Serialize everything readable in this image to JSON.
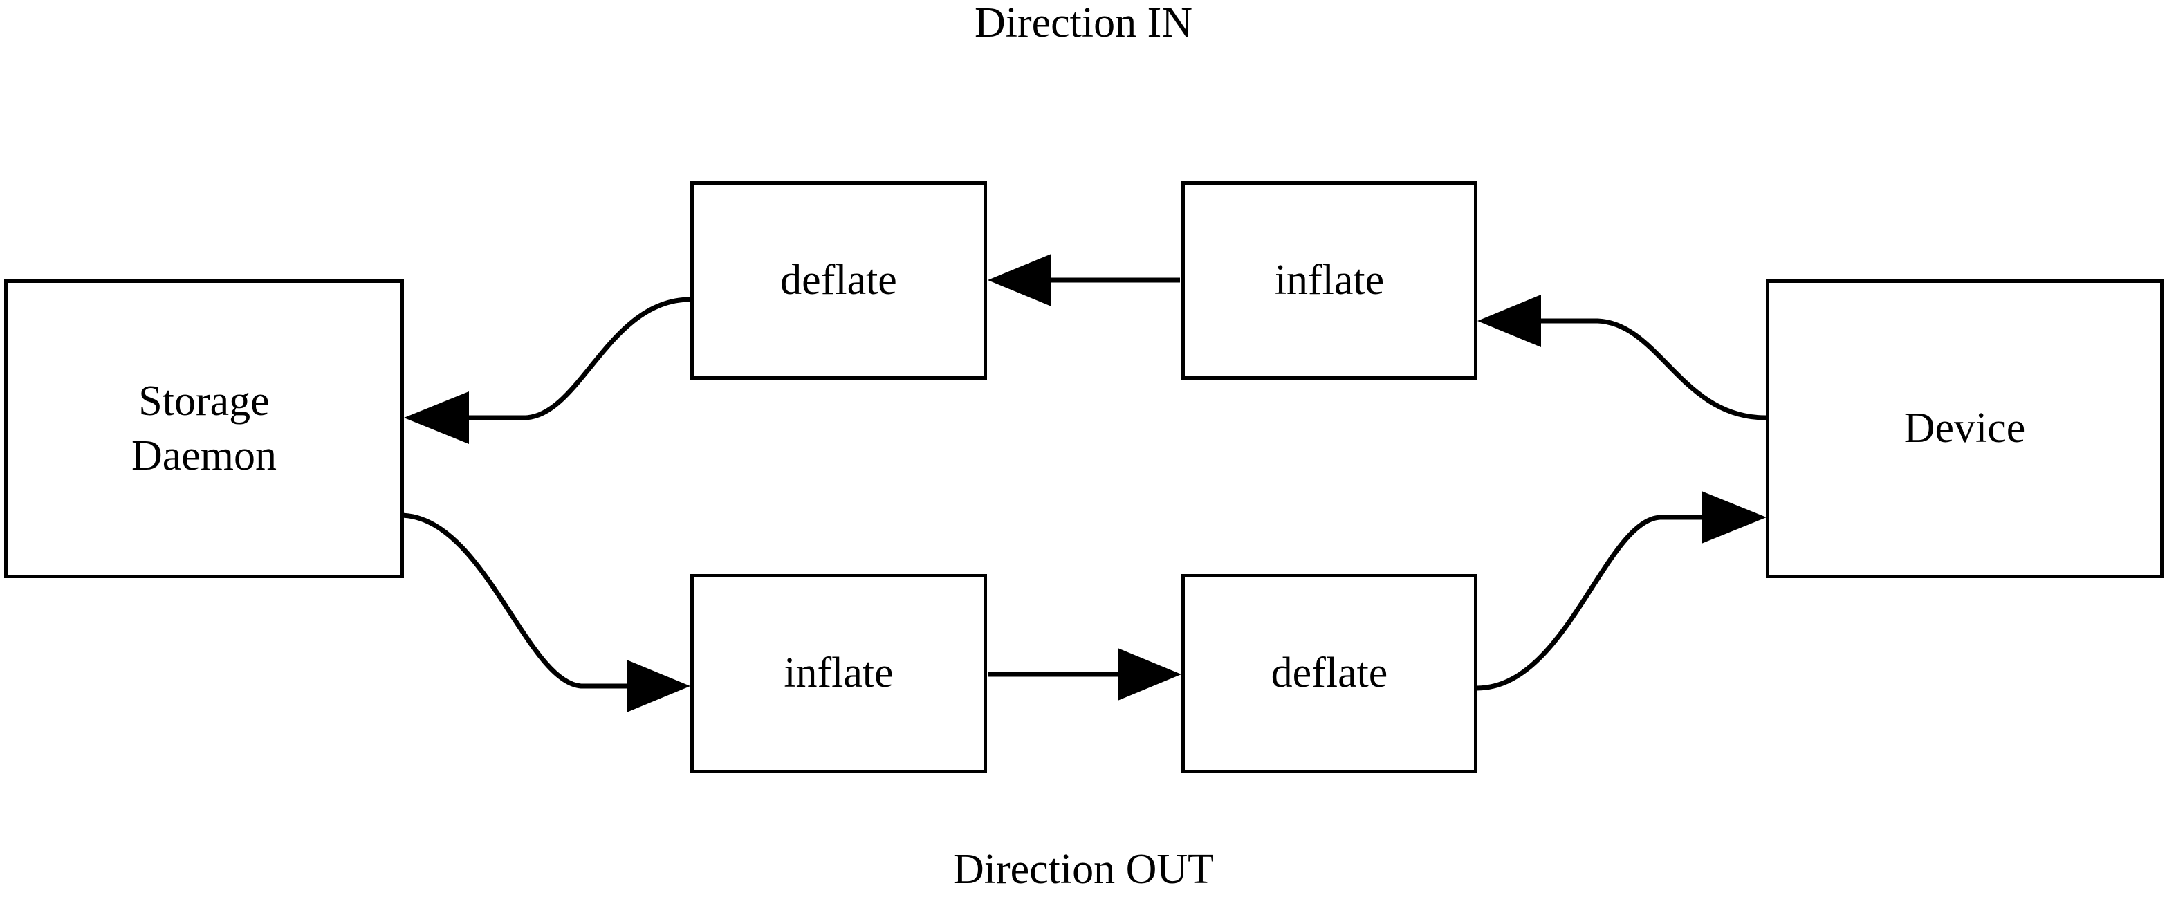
{
  "diagram": {
    "title_top": "Direction IN",
    "title_bottom": "Direction OUT",
    "stroke_color": "#000000",
    "fill_color": "#ffffff",
    "background": "#ffffff",
    "nodes": [
      {
        "id": "storage-daemon",
        "label_line1": "Storage",
        "label_line2": "Daemon"
      },
      {
        "id": "device",
        "label_line1": "Device",
        "label_line2": ""
      },
      {
        "id": "deflate-in",
        "label_line1": "deflate",
        "label_line2": ""
      },
      {
        "id": "inflate-in",
        "label_line1": "inflate",
        "label_line2": ""
      },
      {
        "id": "inflate-out",
        "label_line1": "inflate",
        "label_line2": ""
      },
      {
        "id": "deflate-out",
        "label_line1": "deflate",
        "label_line2": ""
      }
    ],
    "edges": [
      {
        "id": "device-to-inflate-in",
        "from": "device",
        "to": "inflate-in",
        "style": "curved",
        "arrow": "left",
        "row": "in"
      },
      {
        "id": "inflate-in-to-deflate-in",
        "from": "inflate-in",
        "to": "deflate-in",
        "style": "straight",
        "arrow": "left",
        "row": "in"
      },
      {
        "id": "deflate-in-to-storage",
        "from": "deflate-in",
        "to": "storage-daemon",
        "style": "curved",
        "arrow": "left",
        "row": "in"
      },
      {
        "id": "storage-to-inflate-out",
        "from": "storage-daemon",
        "to": "inflate-out",
        "style": "curved",
        "arrow": "right",
        "row": "out"
      },
      {
        "id": "inflate-out-to-deflate-out",
        "from": "inflate-out",
        "to": "deflate-out",
        "style": "straight",
        "arrow": "right",
        "row": "out"
      },
      {
        "id": "deflate-out-to-device",
        "from": "deflate-out",
        "to": "device",
        "style": "curved",
        "arrow": "right",
        "row": "out"
      }
    ]
  }
}
